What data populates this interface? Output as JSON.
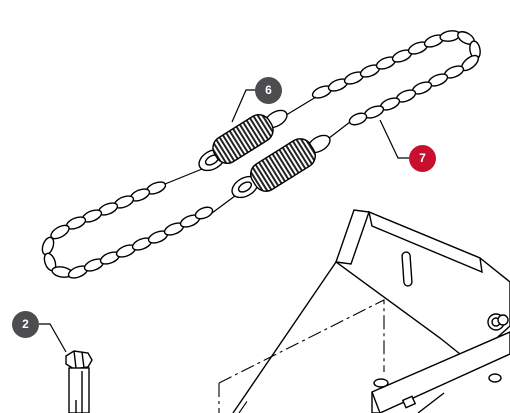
{
  "diagram": {
    "callouts": [
      {
        "label": "6",
        "part": "extension-spring",
        "color": "#4d4d4f"
      },
      {
        "label": "7",
        "part": "chain",
        "color": "#c8102e"
      },
      {
        "label": "2",
        "part": "hex-bolt",
        "color": "#4d4d4f"
      }
    ],
    "line_color": "#000000",
    "background": "#ffffff"
  }
}
